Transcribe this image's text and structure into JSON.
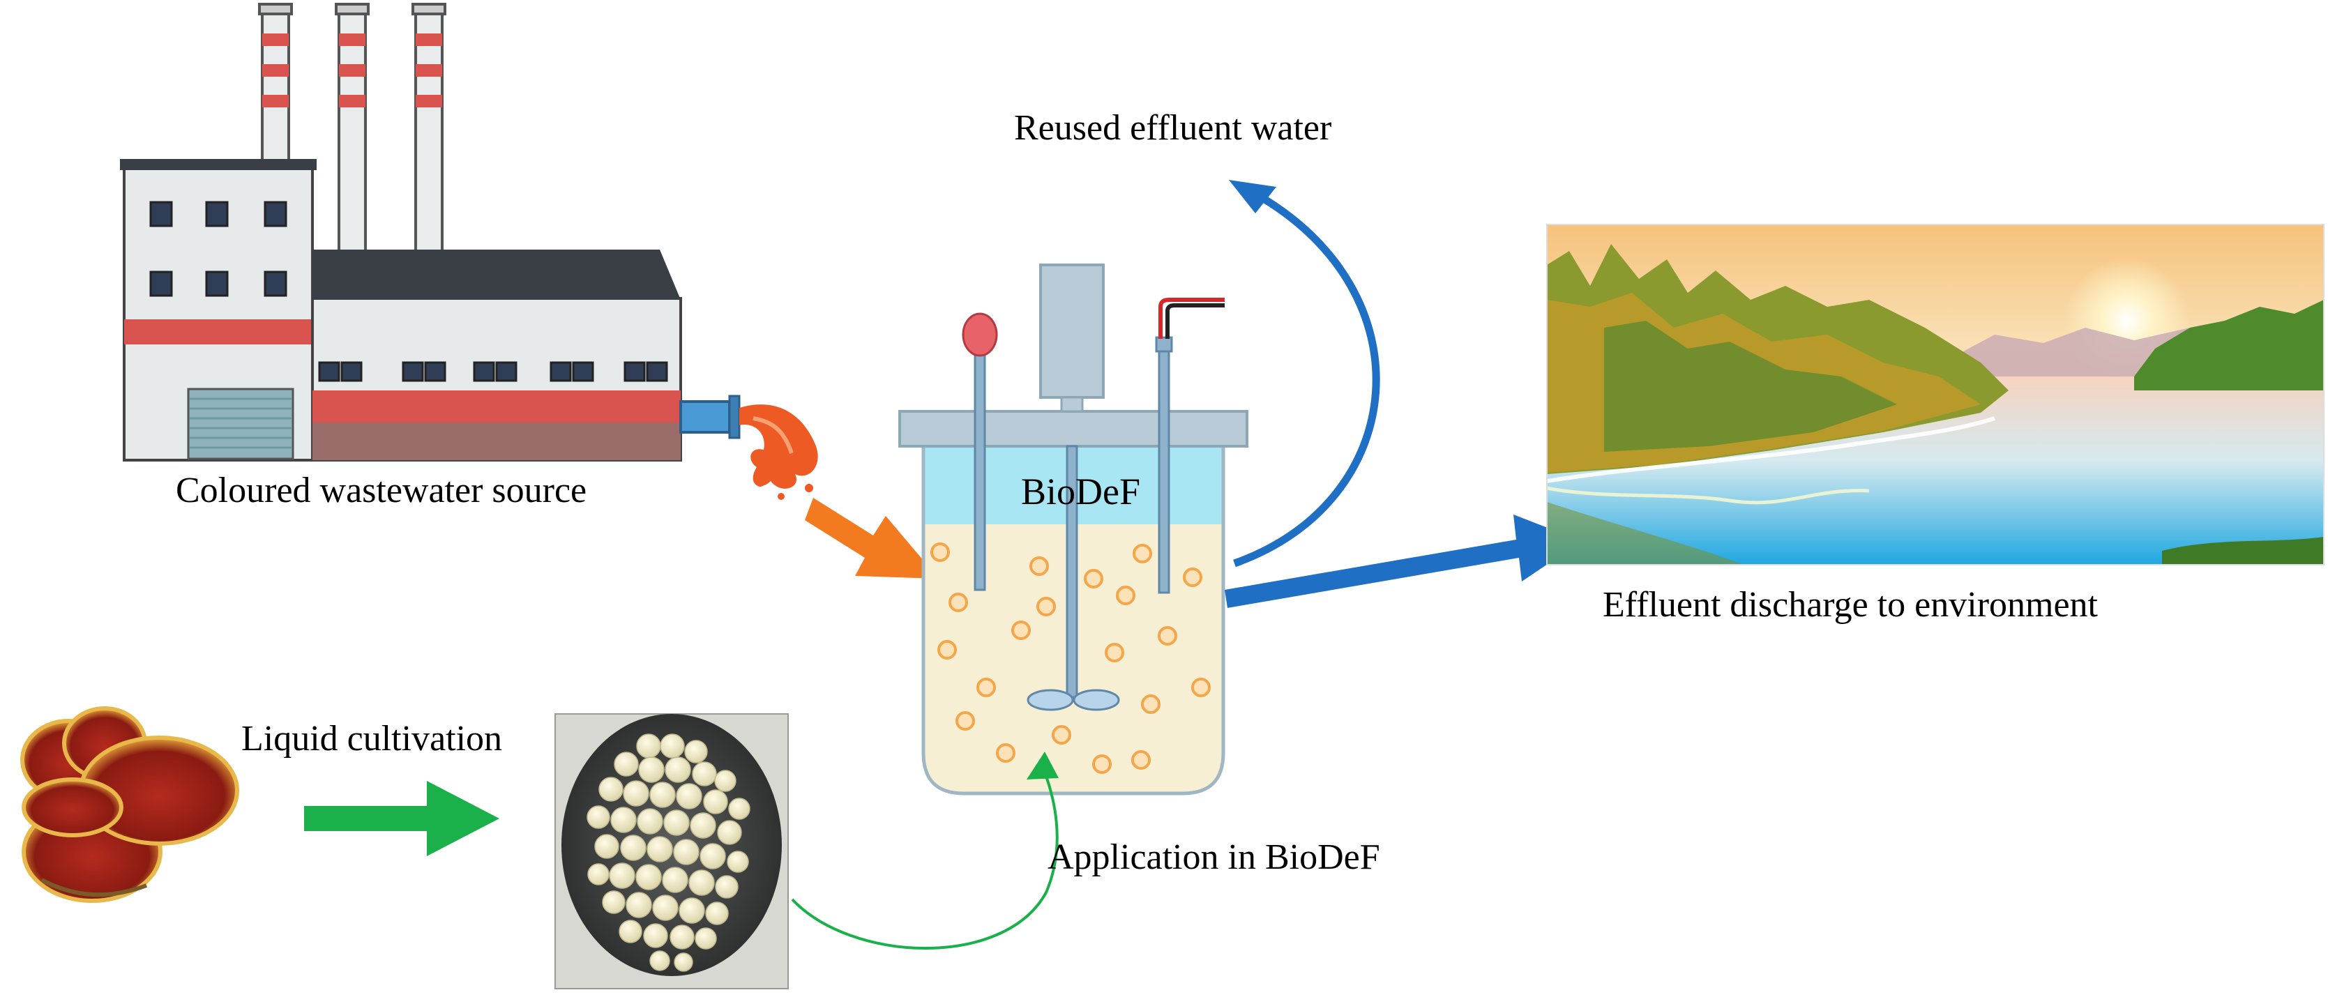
{
  "labels": {
    "source": "Coloured wastewater source",
    "reuse": "Reused effluent water",
    "discharge": "Effluent discharge to environment",
    "liquid": "Liquid cultivation",
    "application": "Application in BioDeF",
    "reactor": "BioDeF"
  },
  "colors": {
    "wastewater_arrow": "#f47a20",
    "blue_arrow": "#1f6fc4",
    "green_arrow": "#1ab04a",
    "reactor_liquid": "#f7efd3",
    "reactor_top": "#a9e6f4",
    "pellet": "#f4a64a",
    "factory_red": "#d9534f",
    "factory_roof": "#3a3f45"
  },
  "icons": {
    "factory": "factory-icon",
    "bioreactor": "bioreactor-icon",
    "mushroom": "mushroom-icon",
    "pellets_dish": "pellet-dish-icon",
    "landscape": "lake-landscape-icon"
  }
}
